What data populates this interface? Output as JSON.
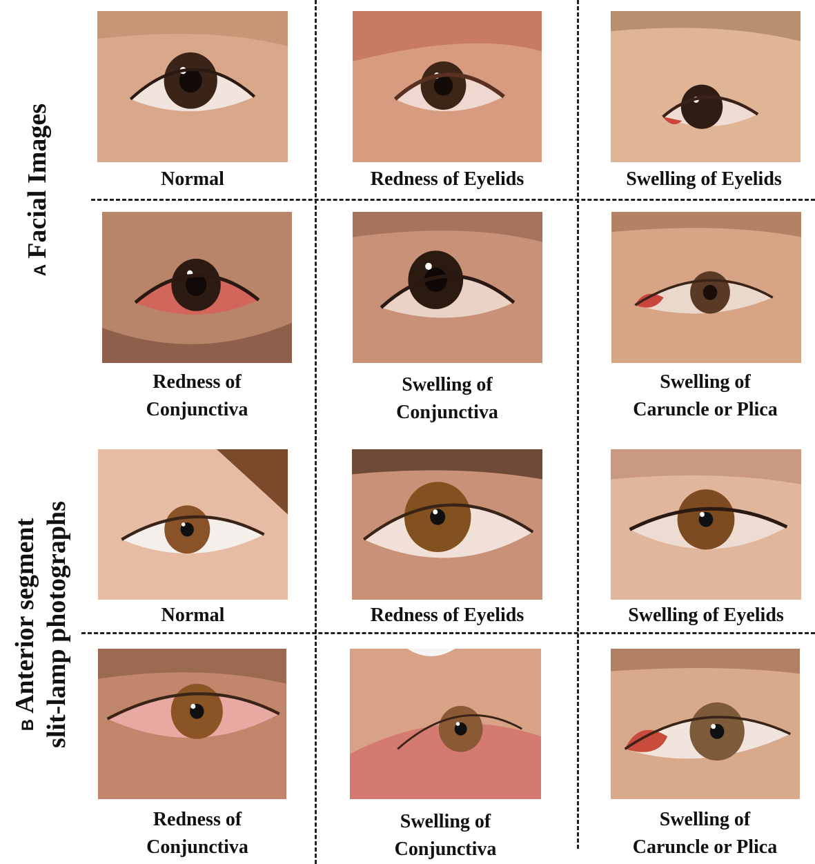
{
  "sections": {
    "a": {
      "letter": "A",
      "title": "Facial Images"
    },
    "b": {
      "letter": "B",
      "title_line1": "Anterior segment",
      "title_line2": "slit-lamp photographs"
    }
  },
  "captions": {
    "a_normal": "Normal",
    "a_redness_eyelids": "Redness of Eyelids",
    "a_swelling_eyelids": "Swelling of Eyelids",
    "a_redness_conj_1": "Redness of",
    "a_redness_conj_2": "Conjunctiva",
    "a_swelling_conj_1": "Swelling of",
    "a_swelling_conj_2": "Conjunctiva",
    "a_swelling_car_1": "Swelling of",
    "a_swelling_car_2": "Caruncle or Plica",
    "b_normal": "Normal",
    "b_redness_eyelids": "Redness of Eyelids",
    "b_swelling_eyelids": "Swelling of Eyelids",
    "b_redness_conj_1": "Redness of",
    "b_redness_conj_2": "Conjunctiva",
    "b_swelling_conj_1": "Swelling of",
    "b_swelling_conj_2": "Conjunctiva",
    "b_swelling_car_1": "Swelling of",
    "b_swelling_car_2": "Caruncle or Plica"
  },
  "colors": {
    "skin": "#d9a585",
    "skin_dark": "#b67d5e",
    "sclera": "#f1e7e1",
    "redness": "#c9443c",
    "iris_dark": "#3a2417",
    "iris_brown": "#7a4a22",
    "divider": "#222222"
  }
}
